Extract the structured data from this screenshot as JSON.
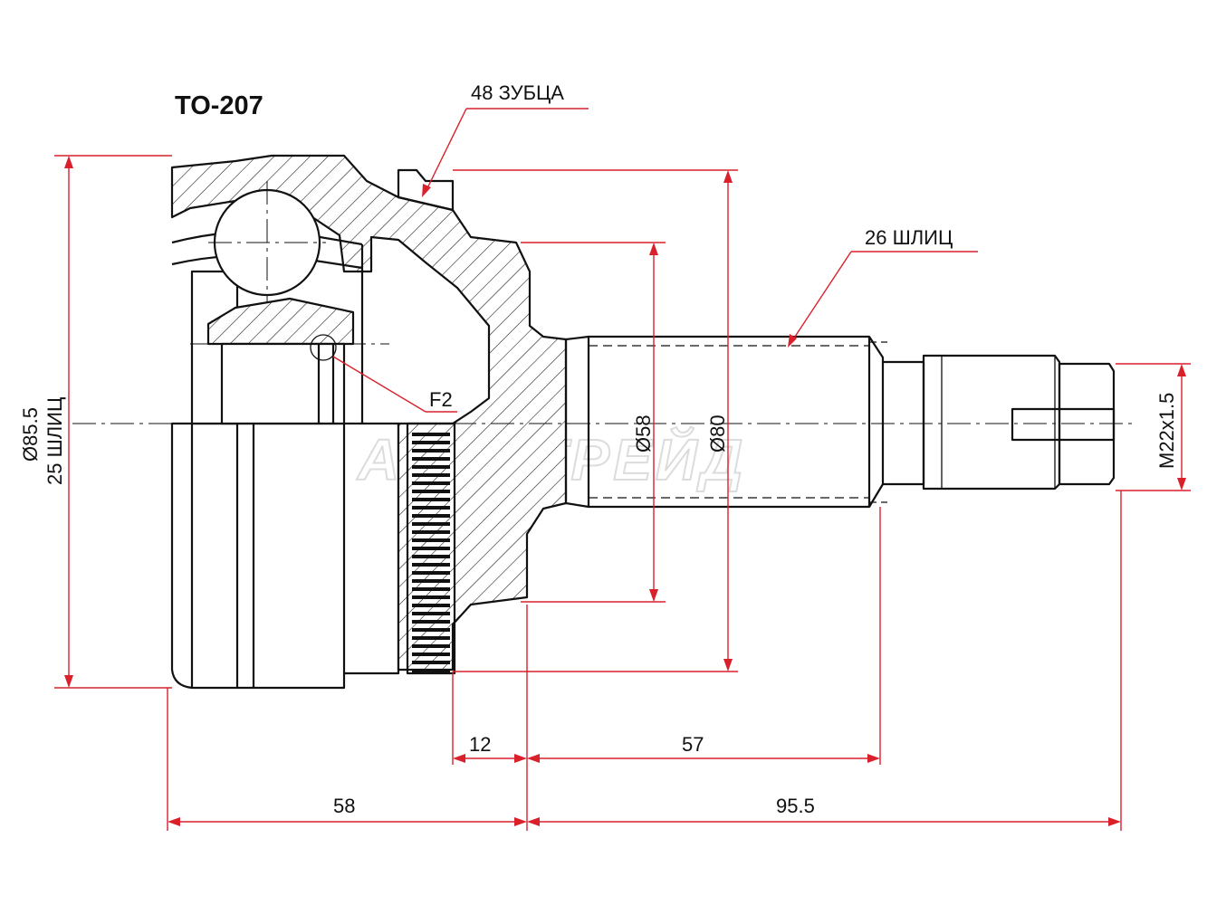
{
  "title": "TO-207",
  "callouts": {
    "teeth": "48 ЗУБЦА",
    "outer_splines": "26 ШЛИЦ",
    "detail": "F2"
  },
  "dimensions": {
    "outer_diameter": "Ø85.5",
    "inner_splines": "25 ШЛИЦ",
    "d58": "Ø58",
    "d80": "Ø80",
    "thread": "M22x1.5",
    "len_12": "12",
    "len_57": "57",
    "len_58": "58",
    "len_95_5": "95.5"
  },
  "watermark": "АВТОТРЕЙД",
  "colors": {
    "dimension_lines": "#d9202b",
    "outline": "#111111"
  }
}
